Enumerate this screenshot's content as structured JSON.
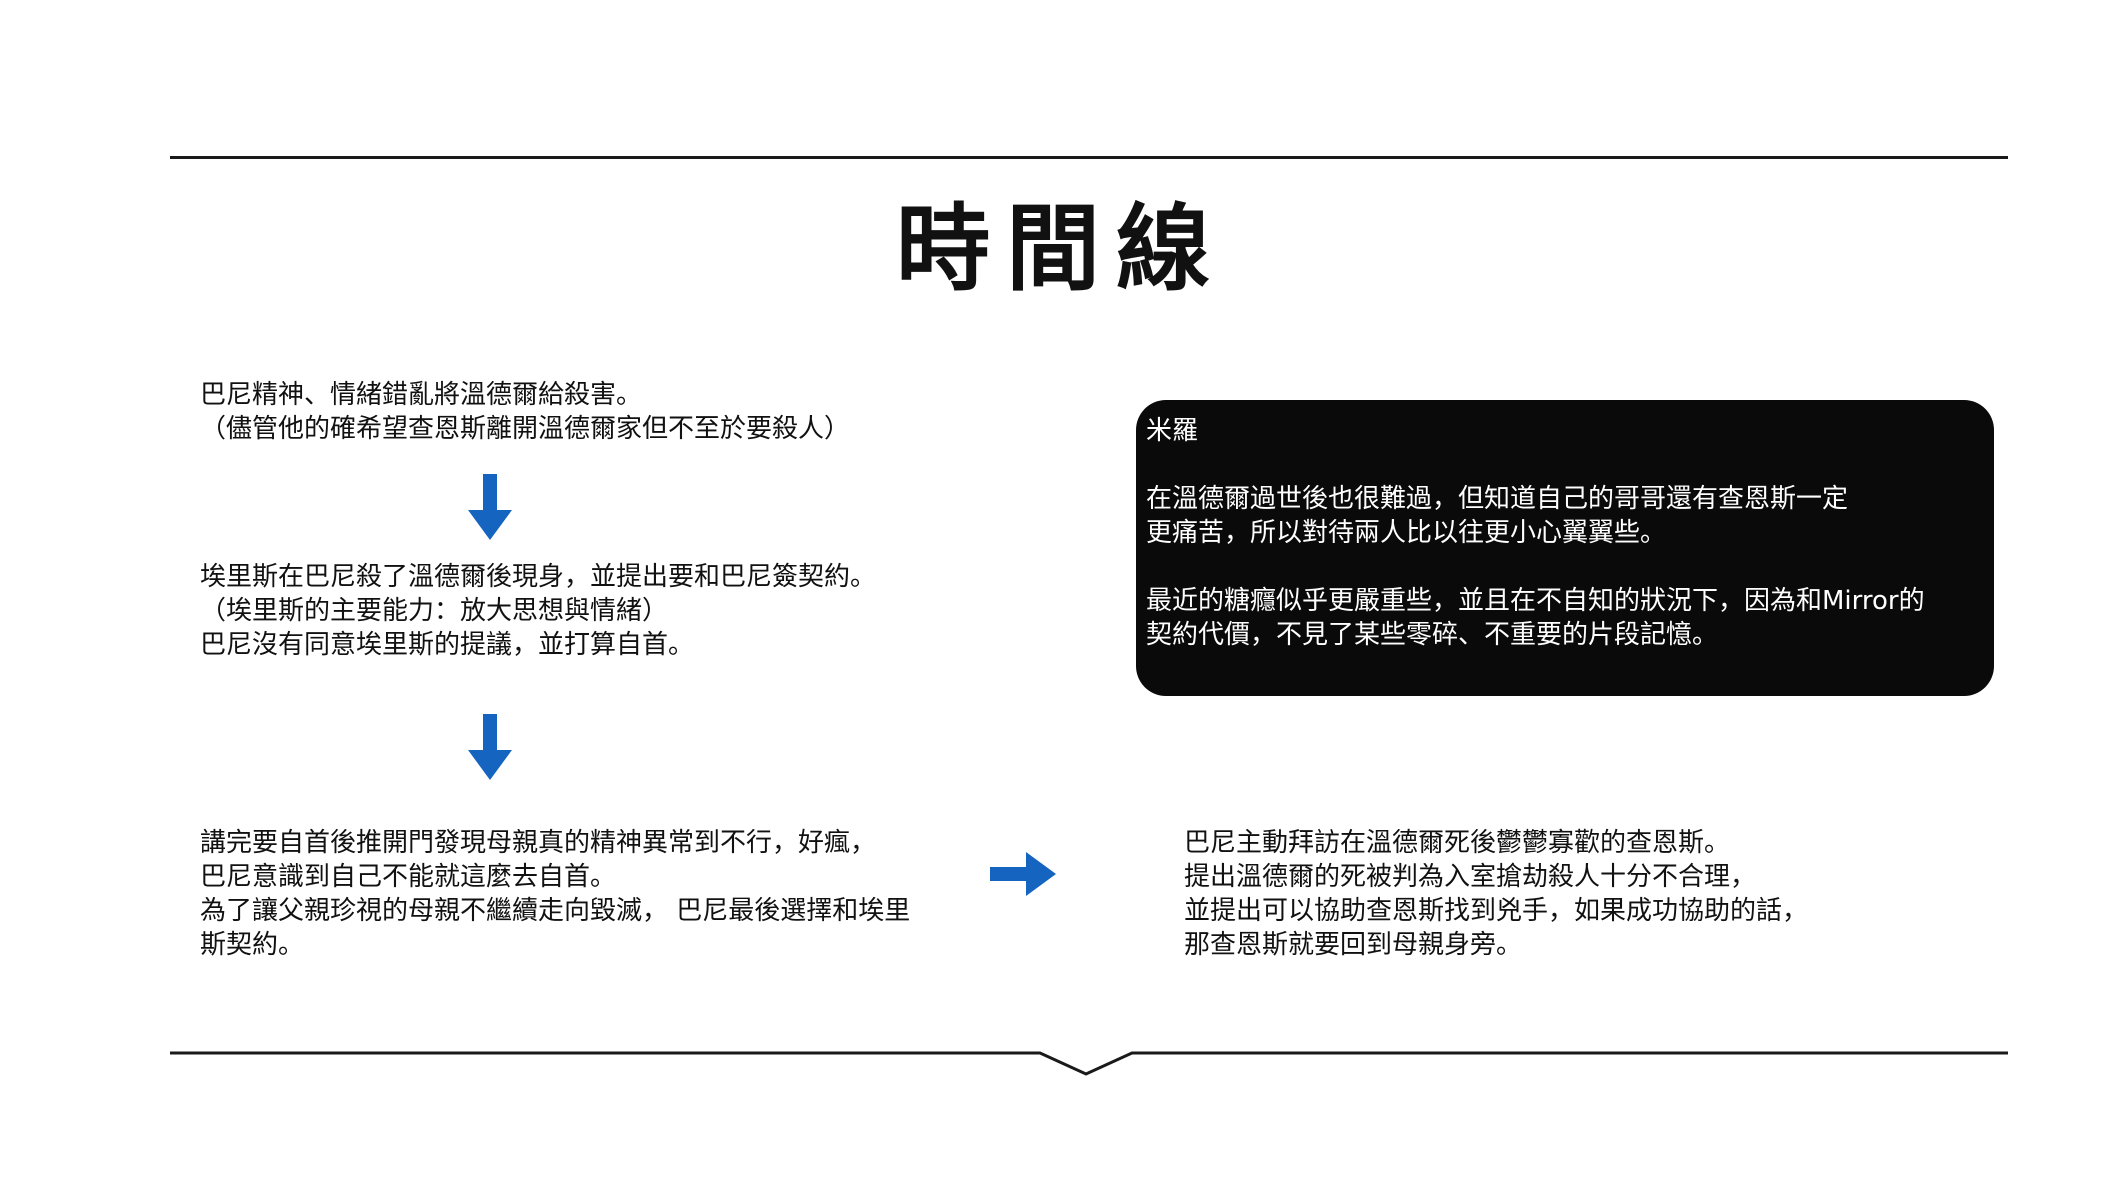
{
  "title": "時間線",
  "colors": {
    "arrow": "#1565c0",
    "rule": "#1a1a1a",
    "note_bg": "#0a0a0a",
    "note_text": "#ffffff",
    "text": "#111111"
  },
  "steps": [
    {
      "lines": [
        "巴尼精神、情緒錯亂將溫德爾給殺害。",
        "（儘管他的確希望查恩斯離開溫德爾家但不至於要殺人）"
      ]
    },
    {
      "lines": [
        "埃里斯在巴尼殺了溫德爾後現身，並提出要和巴尼簽契約。",
        "（埃里斯的主要能力：放大思想與情緒）",
        "巴尼沒有同意埃里斯的提議，並打算自首。"
      ]
    },
    {
      "lines": [
        "講完要自首後推開門發現母親真的精神異常到不行，好瘋，",
        "巴尼意識到自己不能就這麼去自首。",
        "為了讓父親珍視的母親不繼續走向毀滅， 巴尼最後選擇和埃里",
        "斯契約。"
      ]
    }
  ],
  "outcome": {
    "lines": [
      "巴尼主動拜訪在溫德爾死後鬱鬱寡歡的查恩斯。",
      "提出溫德爾的死被判為入室搶劫殺人十分不合理，",
      "並提出可以協助查恩斯找到兇手，如果成功協助的話，",
      "那查恩斯就要回到母親身旁。"
    ]
  },
  "note": {
    "title": "米羅",
    "paragraphs": [
      {
        "lines": [
          "在溫德爾過世後也很難過，但知道自己的哥哥還有查恩斯一定",
          "更痛苦，所以對待兩人比以往更小心翼翼些。"
        ]
      },
      {
        "lines": [
          "最近的糖癮似乎更嚴重些，並且在不自知的狀況下，因為和Mirror的",
          "契約代價，不見了某些零碎、不重要的片段記憶。"
        ]
      }
    ]
  },
  "icons": {
    "arrow_down": "arrow-down-icon",
    "arrow_right": "arrow-right-icon"
  }
}
